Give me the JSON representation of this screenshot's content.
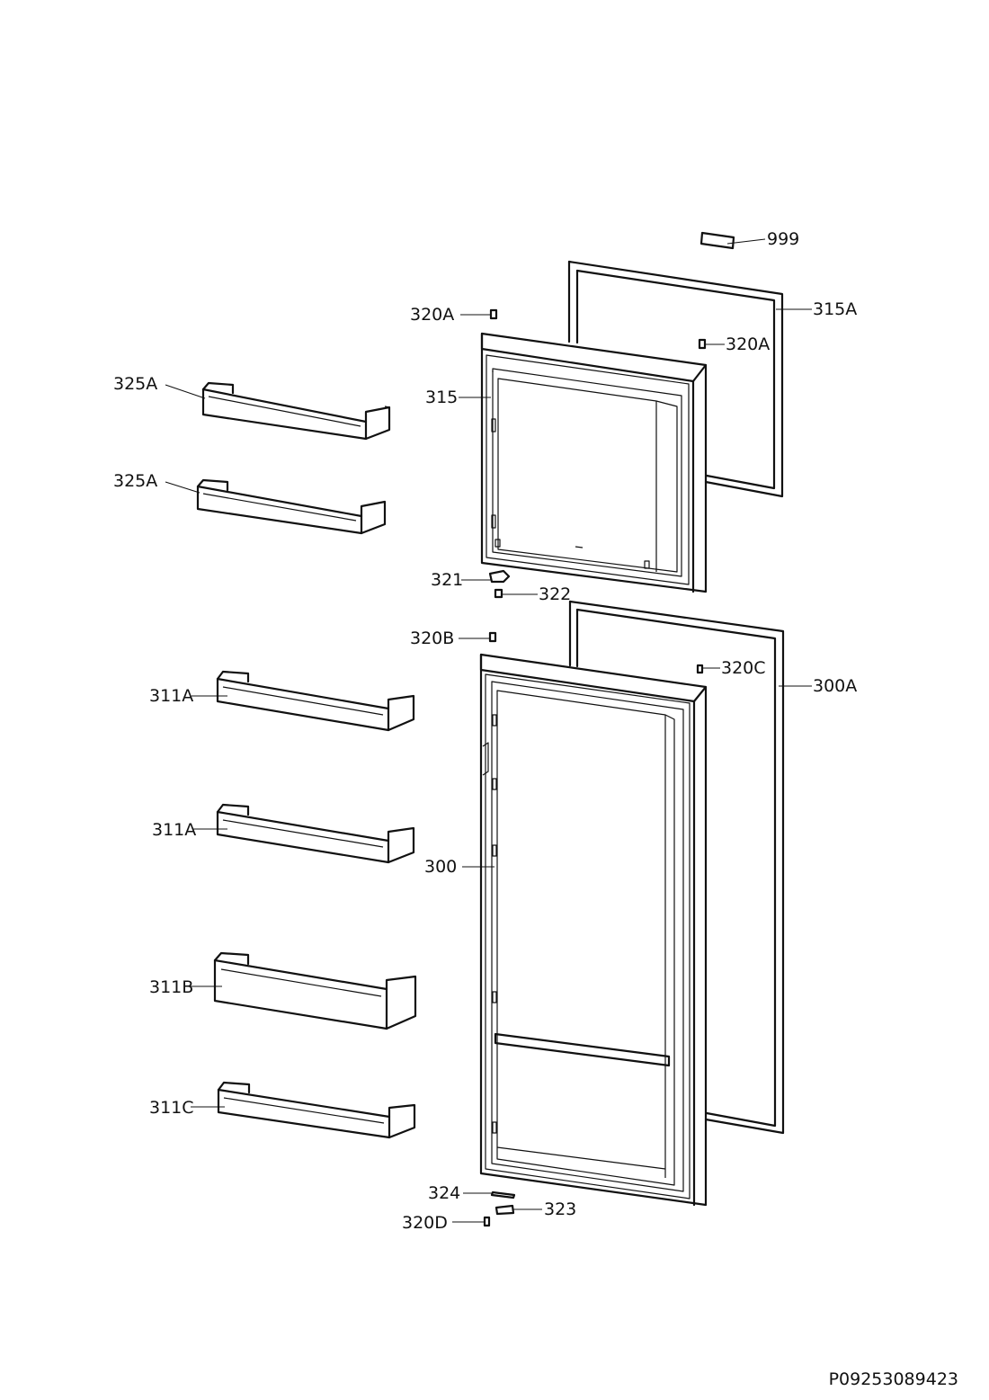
{
  "labels": {
    "p999": "999",
    "p315A": "315A",
    "p320A_left": "320A",
    "p320A_right": "320A",
    "p315": "315",
    "p325A_top": "325A",
    "p325A_bottom": "325A",
    "p321": "321",
    "p322": "322",
    "p320B": "320B",
    "p320C": "320C",
    "p300A": "300A",
    "p311A_top": "311A",
    "p311A_bottom": "311A",
    "p300": "300",
    "p311B": "311B",
    "p311C": "311C",
    "p324": "324",
    "p323": "323",
    "p320D": "320D"
  },
  "document_code": "P09253089423"
}
